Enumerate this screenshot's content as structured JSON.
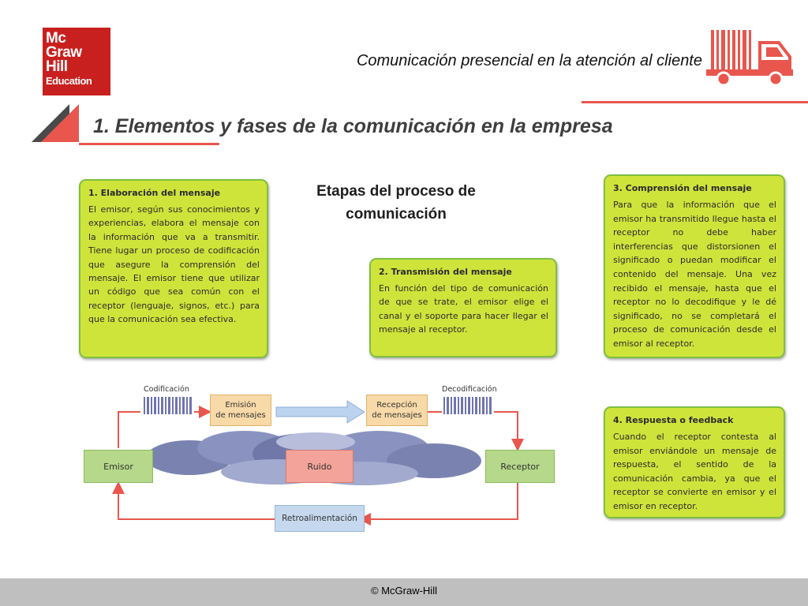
{
  "logo": {
    "lines": [
      "Mc",
      "Graw",
      "Hill",
      "Education"
    ]
  },
  "header": {
    "course_title": "Comunicación presencial en la atención al cliente",
    "section_title": "1. Elementos y fases de la comunicación en la empresa"
  },
  "center_heading": {
    "line1": "Etapas del proceso de",
    "line2": "comunicación"
  },
  "cards": [
    {
      "title": "1. Elaboración del mensaje",
      "body": "El emisor, según sus conocimientos y experiencias, elabora el mensaje con la información que va a transmitir. Tiene lugar un proceso de codificación que asegure la comprensión del mensaje. El emisor tiene que utilizar un código que sea común con el receptor (lenguaje, signos, etc.) para que la comunicación sea efectiva."
    },
    {
      "title": "2. Transmisión del mensaje",
      "body": "En función del tipo de comunicación de que se trate, el emisor elige el canal y el soporte para hacer llegar el mensaje al receptor."
    },
    {
      "title": "3. Comprensión del mensaje",
      "body": "Para que la información que el emisor ha transmitido llegue hasta el receptor no debe haber interferencias que distorsionen el significado o puedan modificar el contenido del mensaje. Una vez recibido el mensaje, hasta que el receptor no lo decodifique y le dé significado, no se completará el proceso de comunicación desde el emisor al receptor."
    },
    {
      "title": "4. Respuesta o feedback",
      "body": "Cuando el receptor contesta al emisor enviándole un mensaje de respuesta, el sentido de la comunicación cambia, ya que el receptor se convierte en emisor y el emisor en receptor."
    }
  ],
  "diagram": {
    "codificacion": "Codificación",
    "decodificacion": "Decodificación",
    "emision": [
      "Emisión",
      "de mensajes"
    ],
    "recepcion": [
      "Recepción",
      "de mensajes"
    ],
    "emisor": "Emisor",
    "ruido": "Ruido",
    "receptor": "Receptor",
    "retroalimentacion": "Retroalimentación"
  },
  "footer": {
    "copyright": "© McGraw-Hill"
  },
  "colors": {
    "brand_red": "#c8201e",
    "accent": "#e8564d",
    "card_fill": "#cfe43b",
    "card_border": "#7fbf3e",
    "diagram_line": "#e8564d",
    "footer_bar": "#bfbfbf"
  },
  "icons": {
    "truck": "truck-icon",
    "corner": "corner-triangle-icon"
  }
}
